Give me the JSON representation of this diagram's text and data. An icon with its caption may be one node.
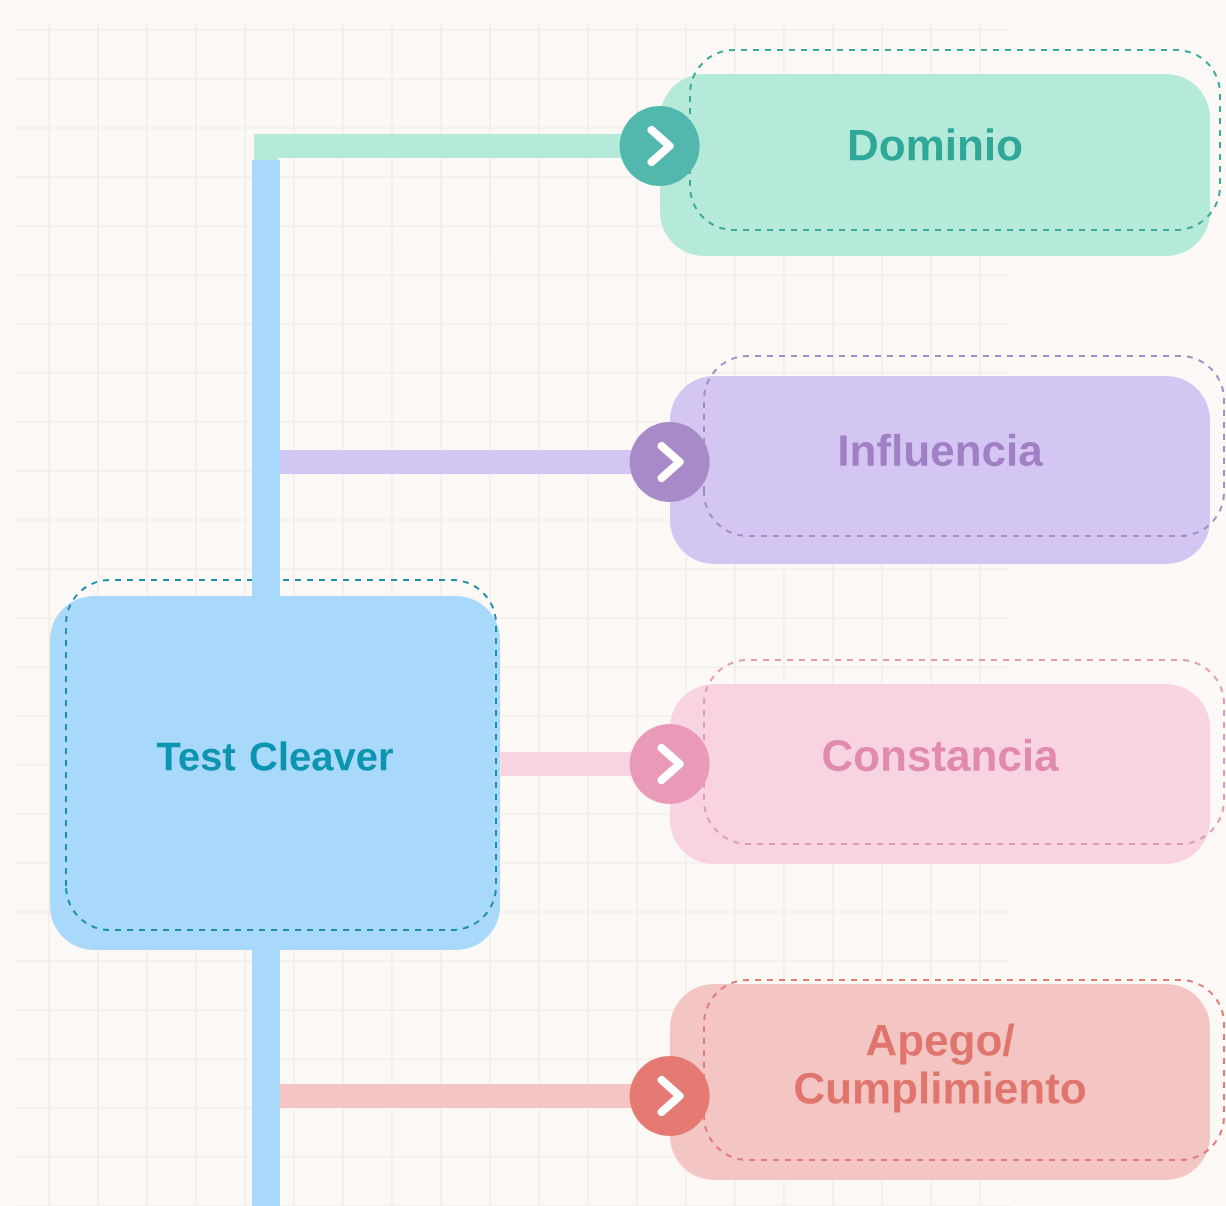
{
  "diagram": {
    "nodes": [
      {
        "text": [
          "Test Cleaver"
        ]
      },
      {
        "text": [
          "Dominio"
        ]
      },
      {
        "text": [
          "Influencia"
        ]
      },
      {
        "text": [
          "Constancia"
        ]
      },
      {
        "text": [
          "Apego/ Cumplimiento"
        ]
      }
    ],
    "edges": [
      {
        "from": 0,
        "to": 1,
        "arrow": "to",
        "color": "#b5eadb"
      },
      {
        "from": 0,
        "to": 2,
        "arrow": "to",
        "color": "#d3c6f2"
      },
      {
        "from": 0,
        "to": 3,
        "arrow": "to",
        "color": "#f8d3e2"
      },
      {
        "from": 0,
        "to": 4,
        "arrow": "to",
        "color": "#f3c6c3"
      }
    ]
  }
}
